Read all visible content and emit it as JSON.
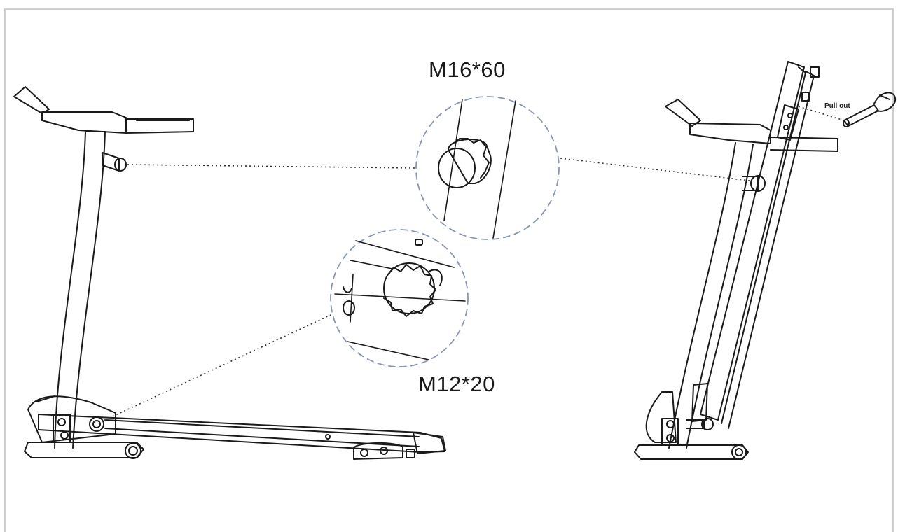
{
  "labels": {
    "knob_top": "M16*60",
    "knob_bottom": "M12*20",
    "pull_out": "Pull out"
  },
  "colors": {
    "line": "#1a1a1a",
    "dashed_circle": "#8a95b5",
    "leader": "#333333",
    "frame": "#cfcfcf"
  },
  "icons": {
    "treadmill_unfolded": "treadmill-side-view-icon",
    "treadmill_folded": "treadmill-folded-view-icon",
    "knob_large": "knob-m16-icon",
    "knob_small": "knob-m12-icon",
    "pin": "pull-pin-icon"
  }
}
